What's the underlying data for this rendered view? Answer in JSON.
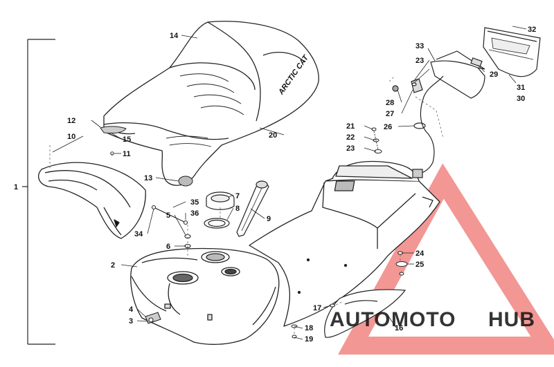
{
  "diagram": {
    "callouts": [
      "1",
      "2",
      "3",
      "4",
      "5",
      "6",
      "7",
      "8",
      "9",
      "10",
      "11",
      "12",
      "13",
      "14",
      "15",
      "16",
      "17",
      "18",
      "19",
      "20",
      "21",
      "22",
      "23",
      "23",
      "24",
      "25",
      "26",
      "27",
      "28",
      "29",
      "30",
      "31",
      "32",
      "33",
      "34",
      "35",
      "36"
    ]
  },
  "watermark": {
    "word_auto": "AUTO",
    "word_moto": "MOTO",
    "word_hub": "HUB",
    "colors": {
      "auto": "#f2c35a",
      "moto": "#f08080",
      "hub": "#555555",
      "triangle": "#e8423c"
    }
  }
}
